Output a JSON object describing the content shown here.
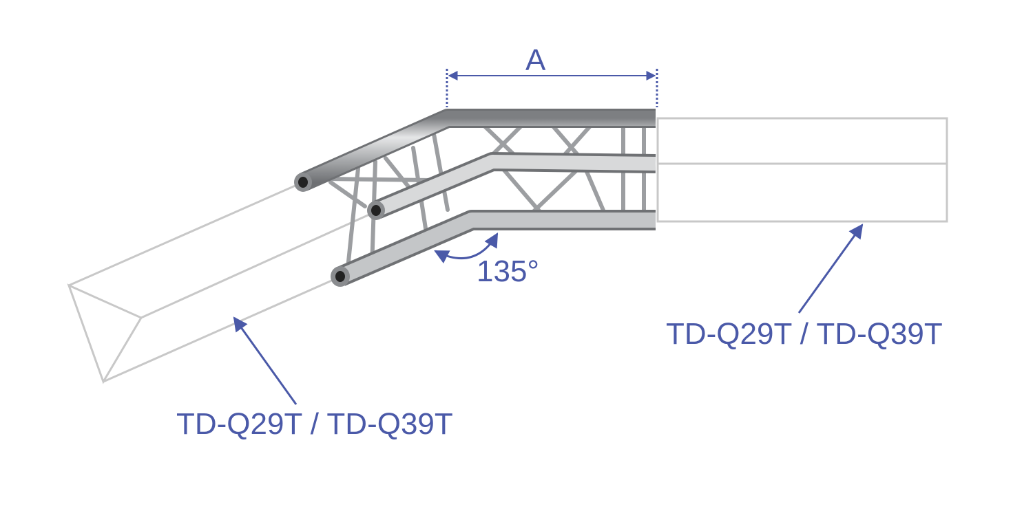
{
  "dimension": {
    "label": "A"
  },
  "angle": {
    "label": "135°"
  },
  "connections": [
    {
      "label": "TD-Q29T / TD-Q39T"
    },
    {
      "label": "TD-Q29T / TD-Q39T"
    }
  ],
  "colors": {
    "annotation": "#4a59a8",
    "ghost_outline": "#c8c8c8",
    "metal": "#a9abad"
  }
}
